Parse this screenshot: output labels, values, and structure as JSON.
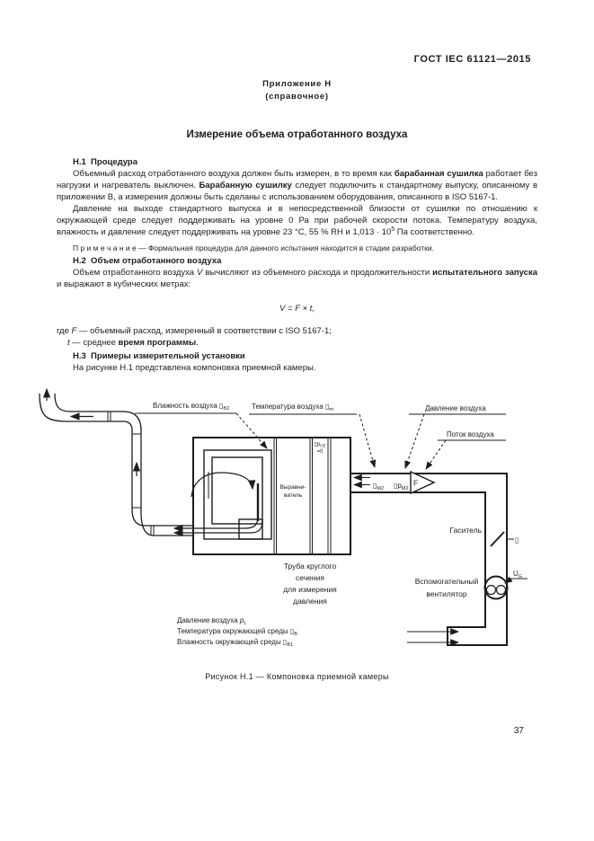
{
  "page": {
    "header": "ГОСТ IEC 61121—2015",
    "annex_line1": "Приложение Н",
    "annex_line2": "(справочное)",
    "title": "Измерение объема отработанного воздуха",
    "page_number": "37"
  },
  "content": {
    "h1": "Н.1  Процедура",
    "p1_s1": "Объемный расход отработанного воздуха должен быть измерен, в то время как ",
    "p1_b1": "барабанная сушилка",
    "p1_s2": " работает без нагрузки и нагреватель выключен. ",
    "p1_b2": "Барабанную сушилку",
    "p1_s3": " следует подключить к стандартному выпуску, описанному в приложении В, а измерения должны быть сделаны с использованием оборудования, описанного в ISO 5167-1.",
    "p2_s1": "Давление на выходе стандартного выпуска и в непосредственной близости от сушилки по отношению к окружающей среде следует поддерживать на уровне 0 Ра при рабочей скорости потока. Температуру воздуха, влажность и давление следует поддерживать на уровне 23 °С, 55 % RH и 1,013 · 10",
    "p2_sup": "5",
    "p2_s2": " Па соответственно.",
    "note": "П р и м е ч а н и е — Формальная процедура для данного испытания находится в стадии разработки.",
    "h2": "Н.2  Объем отработанного воздуха",
    "p3_s1": "Объем отработанного воздуха ",
    "p3_i1": "V",
    "p3_s2": " вычисляют из объемного расхода и продолжительности ",
    "p3_b1": "испытательного запуска",
    "p3_s3": " и выражают в кубических метрах:",
    "formula": "V = F × t,",
    "where_lead": "где ",
    "where_f_var": "F",
    "where_f_text": " — объемный расход, измеренный в соответствии с ISO 5167-1;",
    "where_t_var": "t",
    "where_t_s1": " — среднее ",
    "where_t_b": "время программы",
    "where_t_s2": ".",
    "h3": "Н.3  Примеры измерительной установки",
    "p4": "На рисунке Н.1 представлена компоновка приемной камеры."
  },
  "figure": {
    "caption": "Рисунок Н.1 — Компоновка приемной камеры",
    "labels": {
      "humidity_text": "Влажность воздуха ",
      "humidity_sym": "▯",
      "humidity_sub": "B2",
      "temp_text": "Температура воздуха ",
      "temp_sym": "▯",
      "temp_sub": "m",
      "pressure": "Давление воздуха",
      "flow": "Поток воздуха",
      "dpoe_sym": "▯p",
      "dpoe_sub": "OE",
      "dpoe_eq": "=0",
      "equalizer_line1": "Выравни-",
      "equalizer_line2": "ватель",
      "theta_m2_sym": "▯",
      "theta_m2_sub": "M2",
      "dp_m2_sym": "▯p",
      "dp_m2_sub": "M2",
      "flow_sensor": "F",
      "damper": "Гаситель",
      "damper_sym": "▯",
      "fan_line1": "Вспомогательный",
      "fan_line2": "вентилятор",
      "ug_main": "U",
      "ug_sub": "G",
      "pipe_line1": "Труба круглого",
      "pipe_line2": "сечения",
      "pipe_line3": "для измерения",
      "pipe_line4": "давления",
      "amb1_text": "Давление воздуха ",
      "amb1_var": "p",
      "amb1_sub": "L",
      "amb2_text": "Температура окружающей среды ",
      "amb2_sym": "▯",
      "amb2_sub": "B",
      "amb3_text": "Влажность окружающей среды ",
      "amb3_sym": "▯",
      "amb3_sub": "B1"
    }
  }
}
